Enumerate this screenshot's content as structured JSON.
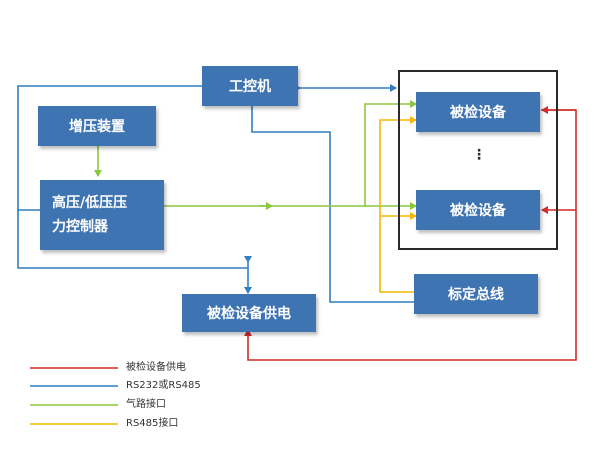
{
  "boxes": {
    "industrial_pc": "工控机",
    "booster": "增压装置",
    "pressure_controller": "高压/低压压\n力控制器",
    "dut_power": "被检设备供电",
    "dut_top": "被检设备",
    "dut_bottom": "被检设备",
    "calibration_bus": "标定总线"
  },
  "ellipsis": "⋮",
  "legend": [
    {
      "label": "被检设备供电",
      "color": "#d42a2a"
    },
    {
      "label": "RS232或RS485",
      "color": "#2f7fc1"
    },
    {
      "label": "气路接口",
      "color": "#8cc63f"
    },
    {
      "label": "RS485接口",
      "color": "#f5b800"
    }
  ],
  "colors": {
    "box_fill": "#3f74b3",
    "power": "#d42a2a",
    "serial": "#2f7fc1",
    "air": "#8cc63f",
    "rs485": "#f5b800"
  }
}
